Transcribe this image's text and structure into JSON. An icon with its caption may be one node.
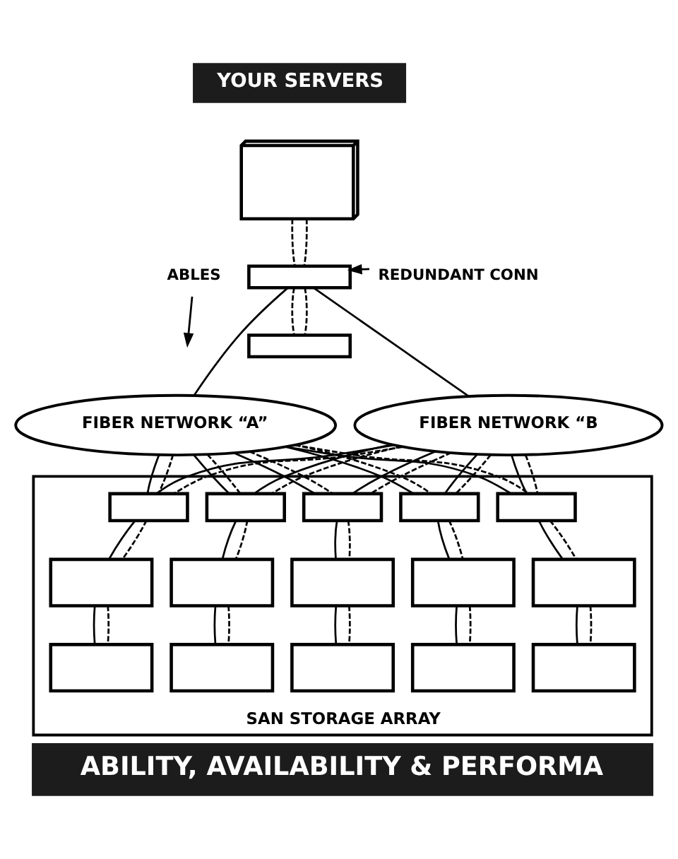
{
  "diagram": {
    "nodes": [
      {
        "text": [
          "YOUR SERVERS"
        ]
      },
      {
        "text": [],
        "shape": "picture"
      },
      {
        "text": [
          "ABLES"
        ]
      },
      {
        "text": [],
        "shape": "box"
      },
      {
        "text": [
          "REDUNDANT CONN"
        ]
      },
      {
        "text": [],
        "shape": "box"
      },
      {
        "text": [
          "FIBER NETWORK “A”"
        ]
      },
      {
        "text": [
          "FIBER NETWORK “B"
        ]
      },
      {
        "text": [
          "SAN STORAGE ARRAY"
        ]
      },
      {
        "text": [],
        "shape": "box",
        "in": 8
      },
      {
        "text": [],
        "shape": "box",
        "in": 8
      },
      {
        "text": [],
        "shape": "box",
        "in": 8
      },
      {
        "text": [],
        "shape": "box",
        "in": 8
      },
      {
        "text": [],
        "shape": "box",
        "in": 8
      },
      {
        "text": [],
        "shape": "box",
        "in": 8
      },
      {
        "text": [],
        "shape": "box",
        "in": 8
      },
      {
        "text": [],
        "shape": "box",
        "in": 8
      },
      {
        "text": [],
        "shape": "box",
        "in": 8
      },
      {
        "text": [],
        "shape": "box",
        "in": 8
      },
      {
        "text": [
          "ABILITY, AVAILABILITY & PERFORMA"
        ]
      },
      {
        "text": [],
        "shape": "box",
        "in": 8
      },
      {
        "text": [],
        "shape": "box",
        "in": 8
      },
      {
        "text": [],
        "shape": "box",
        "in": 8
      },
      {
        "text": [],
        "shape": "box",
        "in": 8
      },
      {
        "text": [],
        "shape": "box",
        "in": 8
      }
    ],
    "edges": [
      {
        "from": 2,
        "to": null,
        "arrow": "to"
      },
      {
        "from": 4,
        "to": 3,
        "arrow": "to"
      },
      {
        "from": 1,
        "to": 3,
        "arrow": "none",
        "style": "dashed"
      },
      {
        "from": 1,
        "to": 3,
        "arrow": "none",
        "style": "dashed"
      },
      {
        "from": 3,
        "to": 5,
        "arrow": "none",
        "style": "dashed"
      },
      {
        "from": 3,
        "to": 5,
        "arrow": "none",
        "style": "dashed"
      },
      {
        "from": 3,
        "to": 6,
        "arrow": "none"
      },
      {
        "from": 3,
        "to": 7,
        "arrow": "none"
      },
      {
        "from": 6,
        "to": 9,
        "arrow": "none"
      },
      {
        "from": 6,
        "to": 10,
        "arrow": "none"
      },
      {
        "from": 6,
        "to": 11,
        "arrow": "none"
      },
      {
        "from": 6,
        "to": 12,
        "arrow": "none"
      },
      {
        "from": 6,
        "to": 13,
        "arrow": "none"
      },
      {
        "from": 7,
        "to": 9,
        "arrow": "none"
      },
      {
        "from": 7,
        "to": 10,
        "arrow": "none"
      },
      {
        "from": 7,
        "to": 11,
        "arrow": "none"
      },
      {
        "from": 7,
        "to": 12,
        "arrow": "none"
      },
      {
        "from": 7,
        "to": 13,
        "arrow": "none"
      },
      {
        "from": 6,
        "to": 9,
        "arrow": "none",
        "style": "dashed"
      },
      {
        "from": 6,
        "to": 10,
        "arrow": "none",
        "style": "dashed"
      },
      {
        "from": 6,
        "to": 11,
        "arrow": "none",
        "style": "dashed"
      },
      {
        "from": 6,
        "to": 12,
        "arrow": "none",
        "style": "dashed"
      },
      {
        "from": 6,
        "to": 13,
        "arrow": "none",
        "style": "dashed"
      },
      {
        "from": 7,
        "to": 9,
        "arrow": "none",
        "style": "dashed"
      },
      {
        "from": 7,
        "to": 10,
        "arrow": "none",
        "style": "dashed"
      },
      {
        "from": 7,
        "to": 11,
        "arrow": "none",
        "style": "dashed"
      },
      {
        "from": 7,
        "to": 12,
        "arrow": "none",
        "style": "dashed"
      },
      {
        "from": 7,
        "to": 13,
        "arrow": "none",
        "style": "dashed"
      },
      {
        "from": 9,
        "to": 14,
        "arrow": "none"
      },
      {
        "from": 9,
        "to": 14,
        "arrow": "none",
        "style": "dashed"
      },
      {
        "from": 10,
        "to": 15,
        "arrow": "none"
      },
      {
        "from": 10,
        "to": 15,
        "arrow": "none",
        "style": "dashed"
      },
      {
        "from": 11,
        "to": 16,
        "arrow": "none"
      },
      {
        "from": 11,
        "to": 16,
        "arrow": "none",
        "style": "dashed"
      },
      {
        "from": 12,
        "to": 17,
        "arrow": "none"
      },
      {
        "from": 12,
        "to": 17,
        "arrow": "none",
        "style": "dashed"
      },
      {
        "from": 13,
        "to": 18,
        "arrow": "none"
      },
      {
        "from": 13,
        "to": 18,
        "arrow": "none",
        "style": "dashed"
      },
      {
        "from": 14,
        "to": 20,
        "arrow": "none"
      },
      {
        "from": 14,
        "to": 20,
        "arrow": "none",
        "style": "dashed"
      },
      {
        "from": 15,
        "to": 21,
        "arrow": "none"
      },
      {
        "from": 15,
        "to": 21,
        "arrow": "none",
        "style": "dashed"
      },
      {
        "from": 16,
        "to": 22,
        "arrow": "none"
      },
      {
        "from": 16,
        "to": 22,
        "arrow": "none",
        "style": "dashed"
      },
      {
        "from": 17,
        "to": 23,
        "arrow": "none"
      },
      {
        "from": 17,
        "to": 23,
        "arrow": "none",
        "style": "dashed"
      },
      {
        "from": 18,
        "to": 24,
        "arrow": "none"
      },
      {
        "from": 18,
        "to": 24,
        "arrow": "none",
        "style": "dashed"
      }
    ]
  }
}
